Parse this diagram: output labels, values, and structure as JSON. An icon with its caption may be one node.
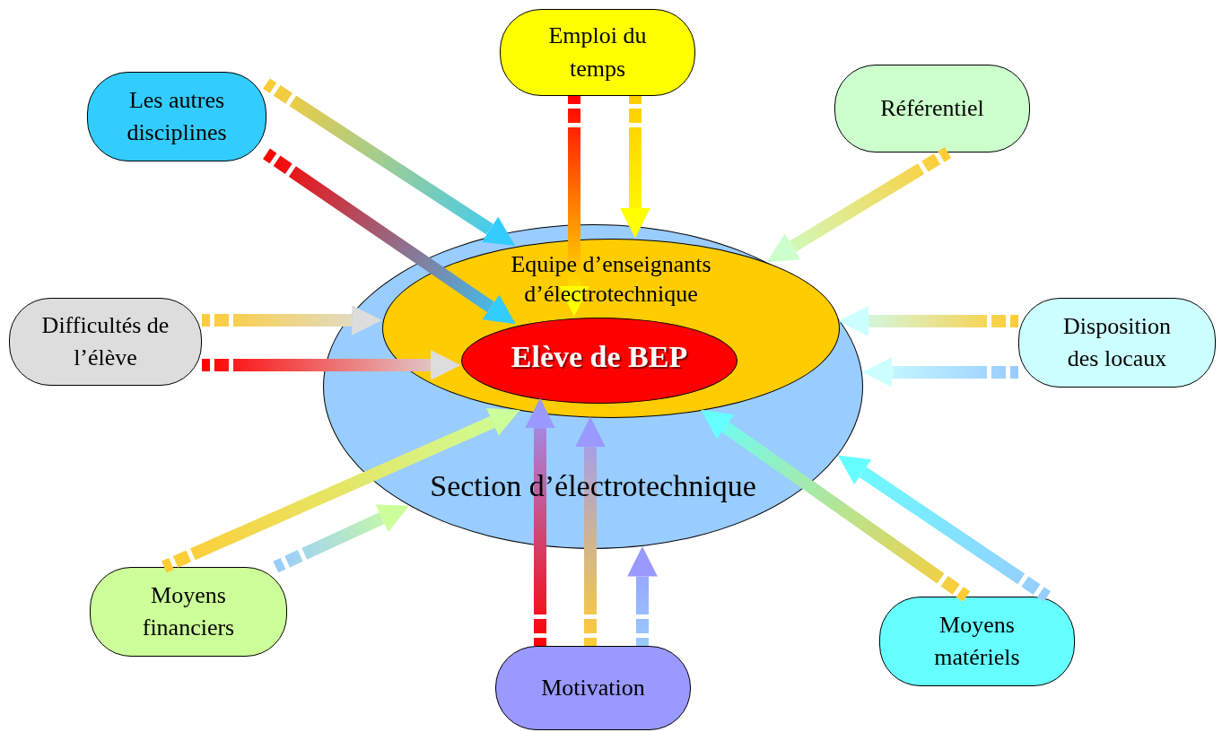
{
  "diagram": {
    "nodes": [
      {
        "text": [
          "Section d’électrotechnique"
        ]
      },
      {
        "text": [
          "Equipe d’enseignants d’électrotechnique"
        ],
        "in": 0
      },
      {
        "text": [
          "Elève de BEP"
        ],
        "in": 1
      },
      {
        "text": [
          "Emploi du temps"
        ]
      },
      {
        "text": [
          "Les autres disciplines"
        ]
      },
      {
        "text": [
          "Référentiel"
        ]
      },
      {
        "text": [
          "Difficultés de l’élève"
        ]
      },
      {
        "text": [
          "Disposition des locaux"
        ]
      },
      {
        "text": [
          "Moyens financiers"
        ]
      },
      {
        "text": [
          "Moyens matériels"
        ]
      },
      {
        "text": [
          "Motivation"
        ]
      }
    ],
    "edges": [
      {
        "from": 4,
        "to": 1,
        "arrow": "to",
        "color": "#ffcc33"
      },
      {
        "from": 4,
        "to": 2,
        "arrow": "to",
        "color": "#ff0000"
      },
      {
        "from": 3,
        "to": 2,
        "arrow": "to",
        "color": "#ff0000"
      },
      {
        "from": 3,
        "to": 1,
        "arrow": "to",
        "color": "#ffcc00"
      },
      {
        "from": 5,
        "to": 1,
        "arrow": "to",
        "color": "#ffcc33"
      },
      {
        "from": 6,
        "to": 1,
        "arrow": "to",
        "color": "#ffcc33"
      },
      {
        "from": 6,
        "to": 2,
        "arrow": "to",
        "color": "#ff0000"
      },
      {
        "from": 7,
        "to": 1,
        "arrow": "to",
        "color": "#ffcc33"
      },
      {
        "from": 7,
        "to": 0,
        "arrow": "to",
        "color": "#99ccff"
      },
      {
        "from": 8,
        "to": 1,
        "arrow": "to",
        "color": "#ffcc33"
      },
      {
        "from": 8,
        "to": 0,
        "arrow": "to",
        "color": "#99ccff"
      },
      {
        "from": 9,
        "to": 1,
        "arrow": "to",
        "color": "#ffcc33"
      },
      {
        "from": 9,
        "to": 0,
        "arrow": "to",
        "color": "#99ccff"
      },
      {
        "from": 10,
        "to": 2,
        "arrow": "to",
        "color": "#ff0000"
      },
      {
        "from": 10,
        "to": 1,
        "arrow": "to",
        "color": "#ffcc33"
      },
      {
        "from": 10,
        "to": 0,
        "arrow": "to",
        "color": "#99ccff"
      }
    ]
  }
}
